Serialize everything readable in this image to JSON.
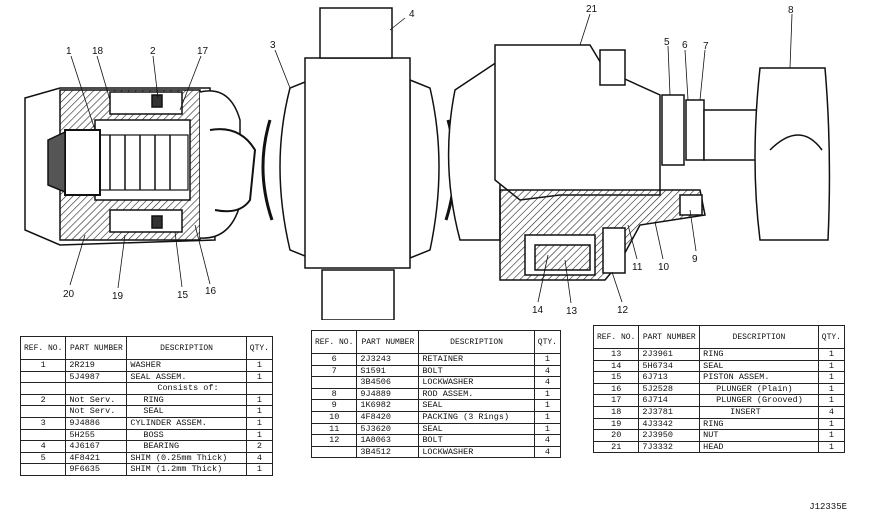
{
  "callouts": [
    "1",
    "18",
    "2",
    "17",
    "3",
    "4",
    "21",
    "5",
    "6",
    "7",
    "8",
    "20",
    "19",
    "15",
    "16",
    "14",
    "13",
    "12",
    "11",
    "10",
    "9"
  ],
  "tables": [
    {
      "headers": {
        "ref": "REF. NO.",
        "part": "PART NUMBER",
        "desc": "DESCRIPTION",
        "qty": "QTY."
      },
      "rows": [
        {
          "ref": "1",
          "part": "2R219",
          "desc": "WASHER",
          "qty": "1"
        },
        {
          "ref": "",
          "part": "5J4987",
          "desc": "SEAL ASSEM.",
          "qty": "1"
        },
        {
          "ref": "",
          "part": "",
          "desc": "Consists of:",
          "qty": ""
        },
        {
          "ref": "2",
          "part": "Not Serv.",
          "desc": "RING",
          "qty": "1"
        },
        {
          "ref": "",
          "part": "Not Serv.",
          "desc": "SEAL",
          "qty": "1"
        },
        {
          "ref": "3",
          "part": "9J4886",
          "desc": "CYLINDER ASSEM.",
          "qty": "1"
        },
        {
          "ref": "",
          "part": "5H255",
          "desc": "BOSS",
          "qty": "1"
        },
        {
          "ref": "4",
          "part": "4J6167",
          "desc": "BEARING",
          "qty": "2"
        },
        {
          "ref": "5",
          "part": "4F8421",
          "desc": "SHIM (0.25mm Thick)",
          "qty": "4"
        },
        {
          "ref": "",
          "part": "9F6635",
          "desc": "SHIM (1.2mm Thick)",
          "qty": "1"
        }
      ]
    },
    {
      "headers": {
        "ref": "REF. NO.",
        "part": "PART NUMBER",
        "desc": "DESCRIPTION",
        "qty": "QTY."
      },
      "rows": [
        {
          "ref": "6",
          "part": "2J3243",
          "desc": "RETAINER",
          "qty": "1"
        },
        {
          "ref": "7",
          "part": "S1591",
          "desc": "BOLT",
          "qty": "4"
        },
        {
          "ref": "",
          "part": "3B4506",
          "desc": "LOCKWASHER",
          "qty": "4"
        },
        {
          "ref": "8",
          "part": "9J4889",
          "desc": "ROD ASSEM.",
          "qty": "1"
        },
        {
          "ref": "9",
          "part": "1K6982",
          "desc": "SEAL",
          "qty": "1"
        },
        {
          "ref": "10",
          "part": "4F8420",
          "desc": "PACKING (3 Rings)",
          "qty": "1"
        },
        {
          "ref": "11",
          "part": "5J3620",
          "desc": "SEAL",
          "qty": "1"
        },
        {
          "ref": "12",
          "part": "1A8063",
          "desc": "BOLT",
          "qty": "4"
        },
        {
          "ref": "",
          "part": "3B4512",
          "desc": "LOCKWASHER",
          "qty": "4"
        }
      ]
    },
    {
      "headers": {
        "ref": "REF. NO.",
        "part": "PART NUMBER",
        "desc": "DESCRIPTION",
        "qty": "QTY."
      },
      "rows": [
        {
          "ref": "13",
          "part": "2J3961",
          "desc": "RING",
          "qty": "1"
        },
        {
          "ref": "14",
          "part": "5H6734",
          "desc": "SEAL",
          "qty": "1"
        },
        {
          "ref": "15",
          "part": "6J713",
          "desc": "PISTON ASSEM.",
          "qty": "1"
        },
        {
          "ref": "16",
          "part": "5J2528",
          "desc": "PLUNGER (Plain)",
          "qty": "1"
        },
        {
          "ref": "17",
          "part": "6J714",
          "desc": "PLUNGER (Grooved)",
          "qty": "1"
        },
        {
          "ref": "18",
          "part": "2J3781",
          "desc": "INSERT",
          "qty": "4"
        },
        {
          "ref": "19",
          "part": "4J3342",
          "desc": "RING",
          "qty": "1"
        },
        {
          "ref": "20",
          "part": "2J3950",
          "desc": "NUT",
          "qty": "1"
        },
        {
          "ref": "21",
          "part": "7J3332",
          "desc": "HEAD",
          "qty": "1"
        }
      ]
    }
  ],
  "figure_code": "J12335E"
}
